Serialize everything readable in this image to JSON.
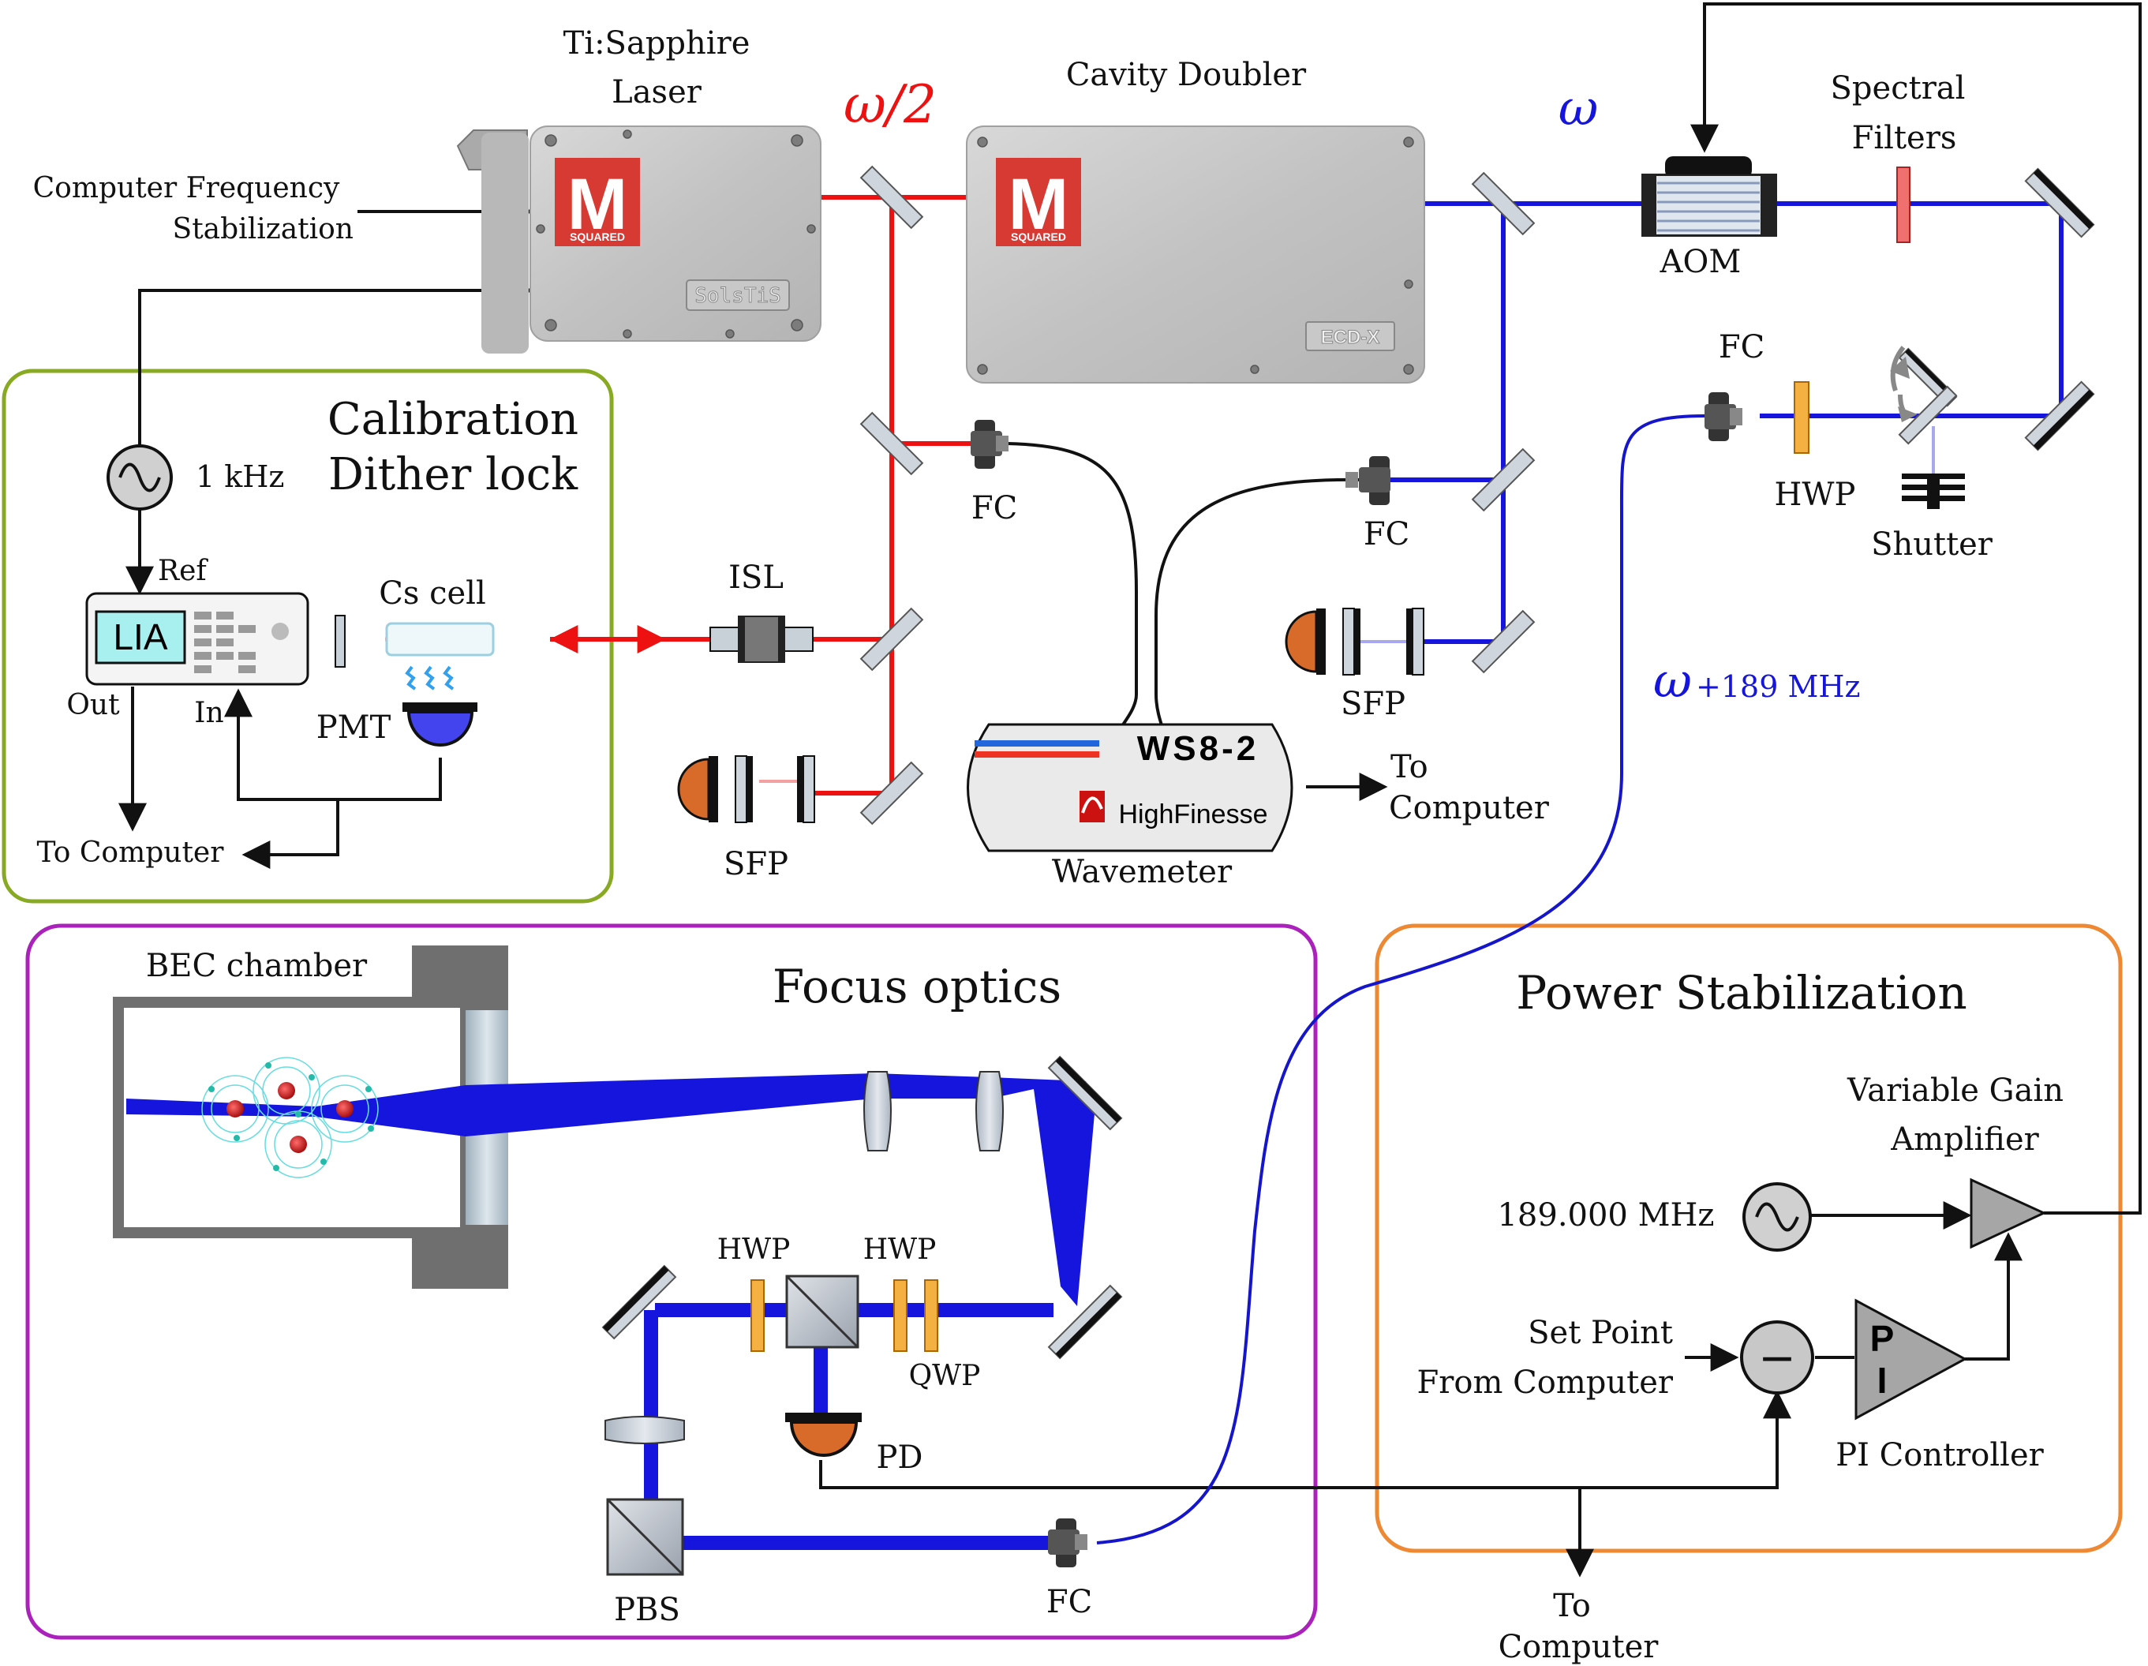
{
  "colors": {
    "red_beam": "#ee1111",
    "blue_beam": "#1515dd",
    "calibration_box": "#88aa22",
    "focus_box": "#aa22bb",
    "power_box": "#ee8833",
    "m2_red": "#d63a33",
    "pd_orange": "#d86a2a",
    "pmt_blue": "#4444ee",
    "waveplate_orange": "#f0a030",
    "lia_screen": "#a8efef"
  },
  "labels": {
    "laser_title_1": "Ti:Sapphire",
    "laser_title_2": "Laser",
    "omega_half": "ω/2",
    "cavity_title": "Cavity Doubler",
    "omega": "ω",
    "spectral_1": "Spectral",
    "spectral_2": "Filters",
    "aom": "AOM",
    "cfs_1": "Computer Frequency",
    "cfs_2": "Stabilization",
    "m_letter": "M",
    "squared": "SQUARED",
    "solstis": "SolsTiS",
    "ecdx": "ECD-X",
    "cal_title_1": "Calibration",
    "cal_title_2": "Dither lock",
    "freq_1khz": "1 kHz",
    "ref": "Ref",
    "lia": "LIA",
    "cs_cell": "Cs cell",
    "out": "Out",
    "in": "In",
    "pmt": "PMT",
    "to_computer_a": "To Computer",
    "isl": "ISL",
    "fc_1": "FC",
    "fc_2": "FC",
    "fc_3": "FC",
    "fc_4": "FC",
    "sfp_1": "SFP",
    "sfp_2": "SFP",
    "ws_name": "WS8-2",
    "highfinesse": "HighFinesse",
    "wavemeter": "Wavemeter",
    "to_comp_wm_1": "To",
    "to_comp_wm_2": "Computer",
    "hwp_top": "HWP",
    "shutter": "Shutter",
    "omega_shift": "ω",
    "omega_shift_suffix": "+189 MHz",
    "bec_chamber": "BEC chamber",
    "focus_optics": "Focus optics",
    "hwp_a": "HWP",
    "hwp_b": "HWP",
    "qwp": "QWP",
    "pd": "PD",
    "pbs": "PBS",
    "power_title": "Power Stabilization",
    "vga_1": "Variable Gain",
    "vga_2": "Amplifier",
    "freq_189": "189.000 MHz",
    "setpoint_1": "Set Point",
    "setpoint_2": "From Computer",
    "minus": "—",
    "p_letter": "P",
    "i_letter": "I",
    "pi_controller": "PI Controller",
    "to_comp_bottom_1": "To",
    "to_comp_bottom_2": "Computer"
  }
}
